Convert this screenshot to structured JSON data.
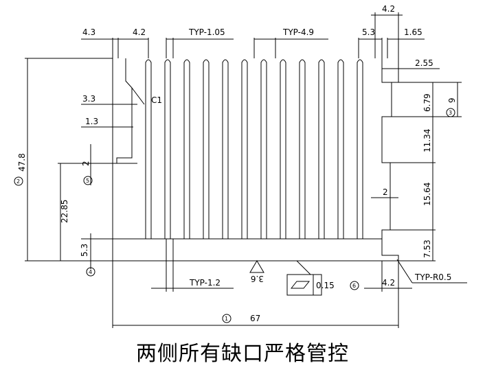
{
  "drawing": {
    "note": "两侧所有缺口严格管控",
    "fin_count": 12,
    "dims": {
      "d_4_3": "4.3",
      "d_4_2_top": "4.2",
      "d_typ_105": "TYP-1.05",
      "d_typ_49": "TYP-4.9",
      "d_5_3_top": "5.3",
      "d_1_65": "1.65",
      "d_4_2_right": "4.2",
      "d_2_55": "2.55",
      "d_6_79": "6.79",
      "d_9": "9",
      "d_3_3": "3.3",
      "d_c1": "C1",
      "d_1_3": "1.3",
      "d_2_left": "2",
      "d_47_8": "47.8",
      "d_22_85": "22.85",
      "d_5_3_bottom": "5.3",
      "d_11_34": "11.34",
      "d_15_64": "15.64",
      "d_2_right": "2",
      "d_7_53": "7.53",
      "d_typ_12": "TYP-1.2",
      "d_3_6": "3.6",
      "d_0_15": "0.15",
      "d_4_2_bottom": "4.2",
      "d_typ_r05": "TYP-R0.5",
      "d_67": "67"
    },
    "balloons": {
      "b1": "1",
      "b2": "2",
      "b3": "3",
      "b4": "4",
      "b5": "5",
      "b6": "6"
    }
  }
}
